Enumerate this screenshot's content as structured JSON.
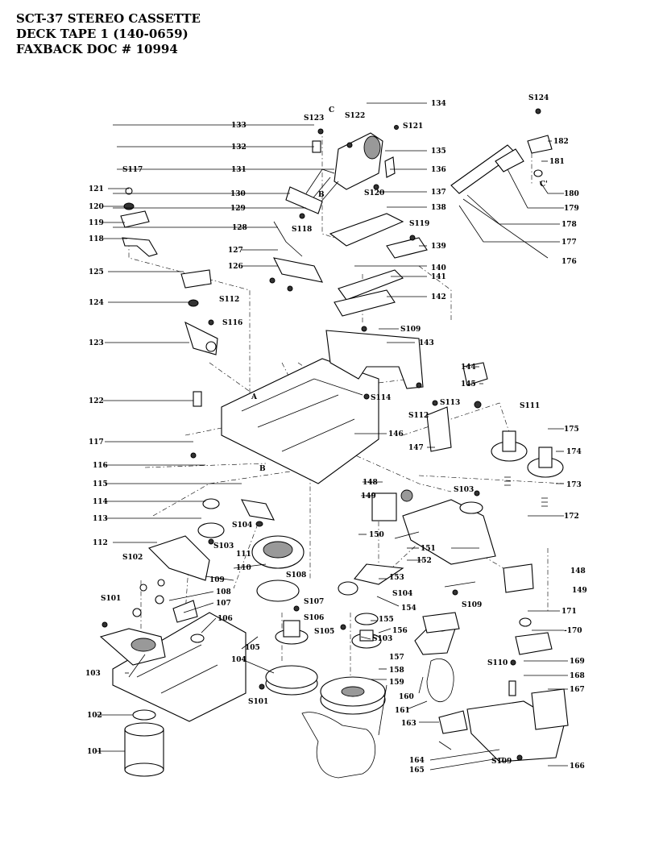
{
  "header": {
    "line1": "SCT-37 STEREO CASSETTE",
    "line2": "DECK TAPE 1  (140-0659)",
    "line3": "FAXBACK DOC # 10994"
  },
  "callouts": [
    "S124",
    "S123",
    "S122",
    "S121",
    "S117",
    "S120",
    "S118",
    "S119",
    "S112",
    "S116",
    "S109",
    "S114",
    "S113",
    "S111",
    "S103",
    "S104",
    "S108",
    "S102",
    "S101",
    "S107",
    "S106",
    "S105",
    "S110",
    "C",
    "C'",
    "B",
    "A",
    "101",
    "102",
    "103",
    "104",
    "105",
    "106",
    "107",
    "108",
    "109",
    "110",
    "111",
    "112",
    "113",
    "114",
    "115",
    "116",
    "117",
    "118",
    "119",
    "120",
    "121",
    "122",
    "123",
    "124",
    "125",
    "126",
    "127",
    "128",
    "129",
    "130",
    "131",
    "132",
    "133",
    "134",
    "135",
    "136",
    "137",
    "138",
    "139",
    "140",
    "141",
    "142",
    "143",
    "144",
    "145",
    "146",
    "147",
    "148",
    "149",
    "150",
    "151",
    "152",
    "153",
    "154",
    "155",
    "156",
    "157",
    "158",
    "159",
    "160",
    "161",
    "163",
    "164",
    "165",
    "166",
    "167",
    "168",
    "169",
    "-170",
    "171",
    "172",
    "173",
    "174",
    "175",
    "176",
    "177",
    "178",
    "179",
    "180",
    "181",
    "182"
  ]
}
